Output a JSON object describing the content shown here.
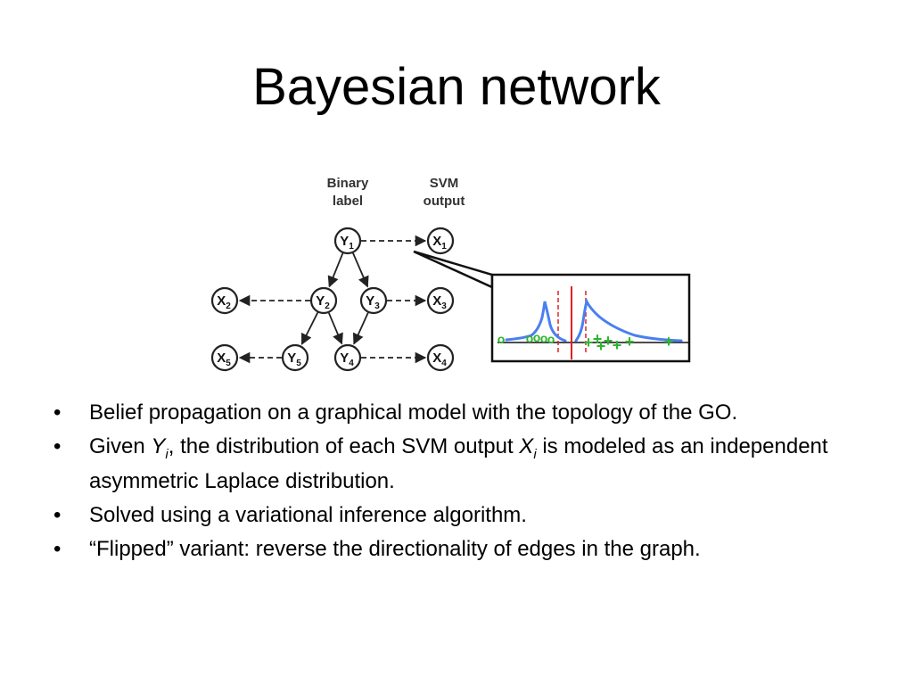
{
  "slide": {
    "title": "Bayesian network"
  },
  "diagram": {
    "headers": {
      "binary_label": [
        "Binary",
        "label"
      ],
      "svm_output": [
        "SVM",
        "output"
      ]
    },
    "nodes": {
      "Y1": {
        "main": "Y",
        "sub": "1"
      },
      "X1": {
        "main": "X",
        "sub": "1"
      },
      "X2": {
        "main": "X",
        "sub": "2"
      },
      "Y2": {
        "main": "Y",
        "sub": "2"
      },
      "Y3": {
        "main": "Y",
        "sub": "3"
      },
      "X3": {
        "main": "X",
        "sub": "3"
      },
      "X5": {
        "main": "X",
        "sub": "5"
      },
      "Y5": {
        "main": "Y",
        "sub": "5"
      },
      "Y4": {
        "main": "Y",
        "sub": "4"
      },
      "X4": {
        "main": "X",
        "sub": "4"
      }
    },
    "edges_solid": [
      [
        "Y1",
        "Y2"
      ],
      [
        "Y1",
        "Y3"
      ],
      [
        "Y2",
        "Y5"
      ],
      [
        "Y2",
        "Y4"
      ],
      [
        "Y3",
        "Y4"
      ]
    ],
    "edges_dashed": [
      [
        "Y1",
        "X1"
      ],
      [
        "Y2",
        "X2"
      ],
      [
        "Y3",
        "X3"
      ],
      [
        "Y5",
        "X5"
      ],
      [
        "Y4",
        "X4"
      ]
    ],
    "inset": {
      "negative_marker": "o",
      "positive_marker": "+",
      "curve_color": "#4a7ff0",
      "marker_color": "#2db52d",
      "threshold_color": "#e02020"
    }
  },
  "colors": {
    "background": "#ffffff",
    "text": "#000000"
  },
  "bullets": [
    {
      "parts": [
        {
          "t": "Belief propagation on a graphical model with the topology of the GO."
        }
      ]
    },
    {
      "parts": [
        {
          "t": "Given "
        },
        {
          "t": "Y",
          "style": "i"
        },
        {
          "t": "i",
          "style": "isub"
        },
        {
          "t": ", the distribution of each SVM output "
        },
        {
          "t": "X",
          "style": "i"
        },
        {
          "t": "i",
          "style": "isub"
        },
        {
          "t": " is modeled as an independent asymmetric Laplace distribution."
        }
      ]
    },
    {
      "parts": [
        {
          "t": "Solved using a variational inference algorithm."
        }
      ]
    },
    {
      "parts": [
        {
          "t": "“Flipped” variant: reverse the directionality of edges in the graph."
        }
      ]
    }
  ]
}
